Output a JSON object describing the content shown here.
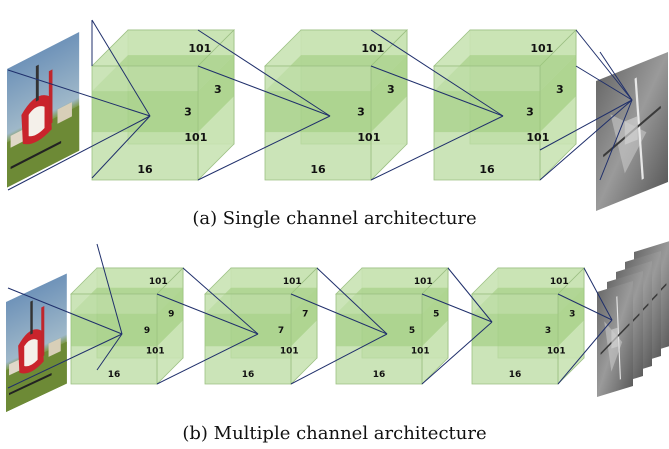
{
  "panels": [
    {
      "caption": "(a) Single channel architecture",
      "blocks": [
        {
          "depth": "101",
          "inner_depth": "101",
          "kernel_a": "3",
          "kernel_b": "3",
          "channels": "16"
        },
        {
          "depth": "101",
          "inner_depth": "101",
          "kernel_a": "3",
          "kernel_b": "3",
          "channels": "16"
        },
        {
          "depth": "101",
          "inner_depth": "101",
          "kernel_a": "3",
          "kernel_b": "3",
          "channels": "16"
        }
      ]
    },
    {
      "caption": "(b) Multiple channel architecture",
      "blocks": [
        {
          "depth": "101",
          "inner_depth": "101",
          "kernel_a": "9",
          "kernel_b": "9",
          "channels": "16"
        },
        {
          "depth": "101",
          "inner_depth": "101",
          "kernel_a": "7",
          "kernel_b": "7",
          "channels": "16"
        },
        {
          "depth": "101",
          "inner_depth": "101",
          "kernel_a": "5",
          "kernel_b": "5",
          "channels": "16"
        },
        {
          "depth": "101",
          "inner_depth": "101",
          "kernel_a": "3",
          "kernel_b": "3",
          "channels": "16"
        }
      ]
    }
  ],
  "colors": {
    "cube_fill": "#c9e3b4",
    "cube_front": "#bcdca4",
    "cube_edge": "#9cc083",
    "slice_fill": "#9ccb7a",
    "line": "#1f2f6b"
  },
  "icons": [
    "input-image-icon",
    "output-feature-map-icon"
  ]
}
